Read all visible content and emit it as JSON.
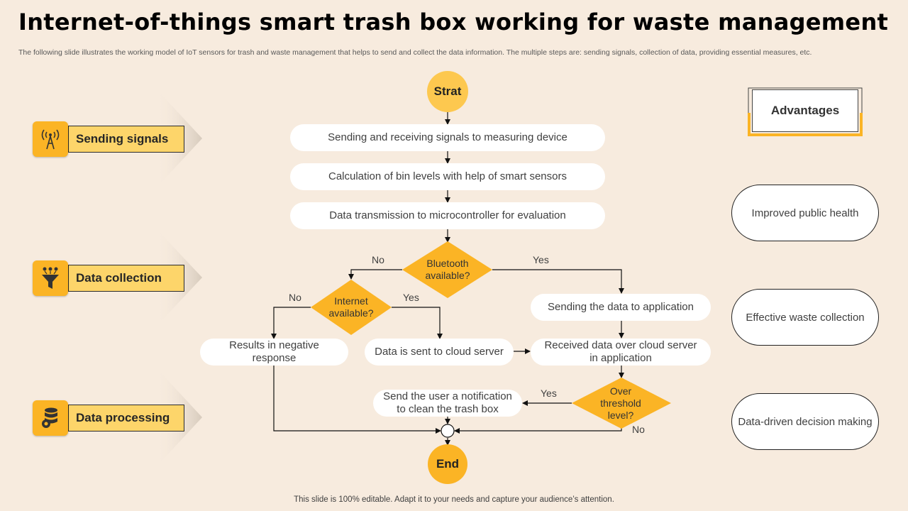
{
  "title": "Internet-of-things smart trash box working for waste management",
  "subtitle": "The following slide illustrates the working model of IoT sensors for trash and waste management that helps to send and collect the data information. The multiple steps are: sending signals, collection of data, providing essential measures, etc.",
  "stages": [
    {
      "label": "Sending signals",
      "icon": "signal-tower-icon"
    },
    {
      "label": "Data collection",
      "icon": "funnel-icon"
    },
    {
      "label": "Data processing",
      "icon": "database-gear-icon"
    }
  ],
  "flow": {
    "start": "Strat",
    "end": "End",
    "step1": "Sending and receiving signals to measuring device",
    "step2": "Calculation of bin levels with help of smart sensors",
    "step3": "Data transmission to microcontroller for evaluation",
    "decision_bluetooth": "Bluetooth available?",
    "decision_internet": "Internet available?",
    "negative": "Results in negative response",
    "cloud": "Data is sent to cloud server",
    "send_app": "Sending the data to application",
    "received": "Received data over cloud server in application",
    "decision_threshold": "Over threshold level?",
    "notify": "Send the user a notification to clean the trash box",
    "labels": {
      "yes": "Yes",
      "no": "No"
    }
  },
  "advantages": {
    "heading": "Advantages",
    "items": [
      "Improved public health",
      "Effective waste collection",
      "Data-driven decision making"
    ]
  },
  "footer": "This slide is 100% editable. Adapt it to your needs and capture your audience’s attention.",
  "colors": {
    "accent": "#fbb425",
    "accent_light": "#fdd56a",
    "background": "#f7ebde"
  }
}
